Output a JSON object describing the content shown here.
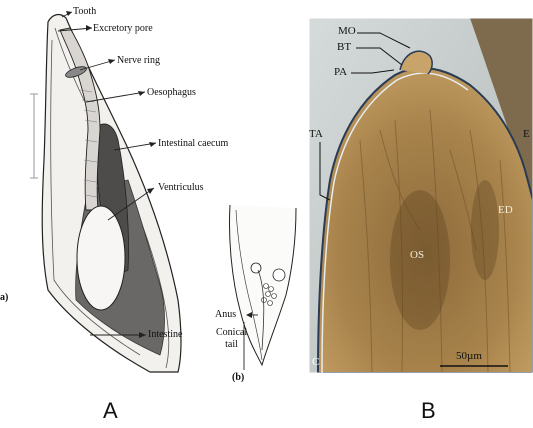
{
  "panel_a": {
    "caption": "A",
    "labels": {
      "tooth": "Tooth",
      "excretory_pore": "Excretory pore",
      "nerve_ring": "Nerve ring",
      "oesophagus": "Oesophagus",
      "intestinal_caecum": "Intestinal caecum",
      "ventriculus": "Ventriculus",
      "intestine": "Intestine",
      "anus": "Anus",
      "conical_tail": "Conical\ntail",
      "sub_b": "(b)",
      "sub_a_fragment": "a)"
    }
  },
  "panel_b": {
    "caption": "B",
    "labels": {
      "mo": "MO",
      "bt": "BT",
      "pa": "PA",
      "ta": "TA",
      "e": "E",
      "ed": "ED",
      "os": "OS",
      "c": "C"
    },
    "scale_bar": "50µm"
  },
  "colors": {
    "micro_bg": "#b89254",
    "caecum": "#5f5d5b",
    "line": "#222222"
  }
}
